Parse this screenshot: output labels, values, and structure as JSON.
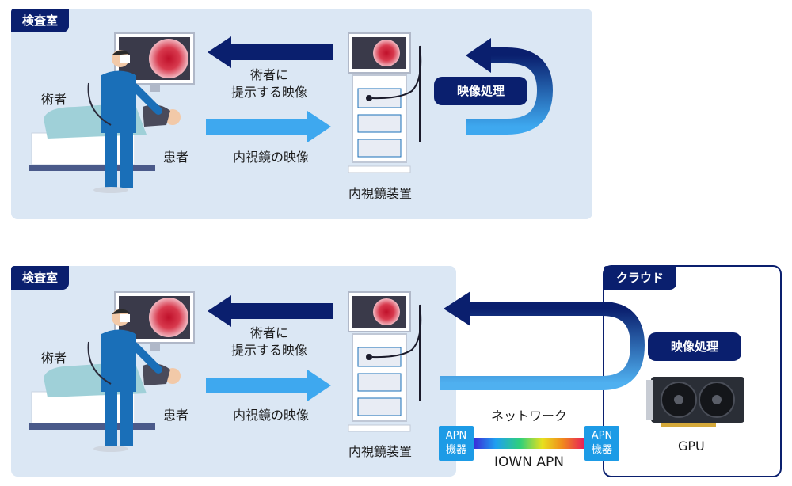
{
  "top": {
    "room_tag": "検査室",
    "label_operator": "術者",
    "label_patient": "患者",
    "label_present_line1": "術者に",
    "label_present_line2": "提示する映像",
    "label_endo_video": "内視鏡の映像",
    "label_device": "内視鏡装置",
    "processing": "映像処理"
  },
  "bottom": {
    "room_tag": "検査室",
    "label_operator": "術者",
    "label_patient": "患者",
    "label_present_line1": "術者に",
    "label_present_line2": "提示する映像",
    "label_endo_video": "内視鏡の映像",
    "label_device": "内視鏡装置",
    "cloud_tag": "クラウド",
    "processing": "映像処理",
    "network": "ネットワーク",
    "iown": "IOWN APN",
    "apn_left_line1": "APN",
    "apn_left_line2": "機器",
    "apn_right_line1": "APN",
    "apn_right_line2": "機器",
    "gpu": "GPU"
  },
  "colors": {
    "room_bg": "#dbe7f4",
    "navy": "#0a1f6e",
    "light_blue": "#3ea8ef",
    "cloud_border": "#0a1f6e"
  }
}
